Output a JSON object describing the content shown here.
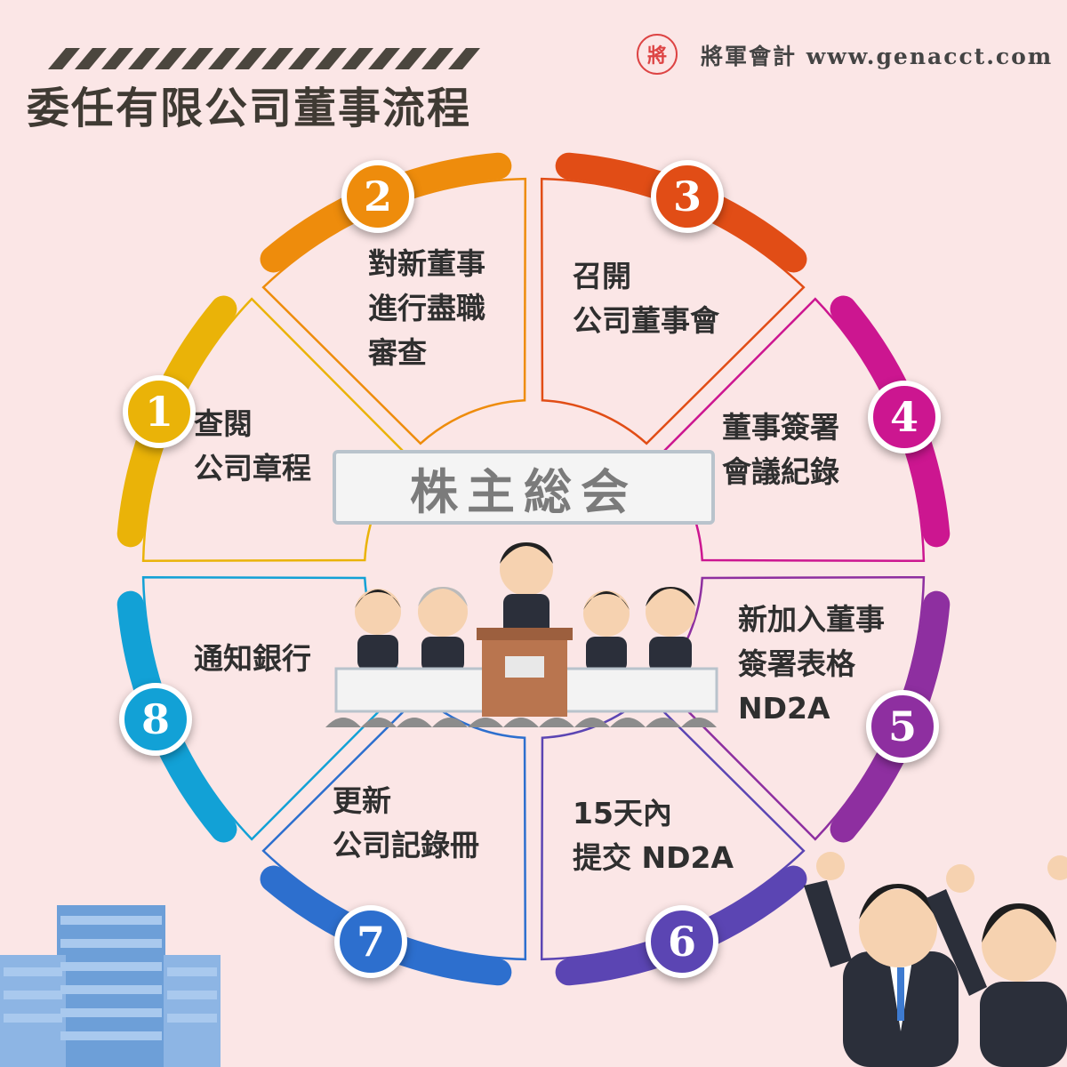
{
  "header": {
    "title": "委任有限公司董事流程",
    "seal_char": "將",
    "brand": "將軍會計 www.genacct.com"
  },
  "center": {
    "sign_text": "株主総会"
  },
  "steps": [
    {
      "number": "1",
      "label": "查閱\n公司章程",
      "color": "#eab308"
    },
    {
      "number": "2",
      "label": "對新董事\n進行盡職\n審查",
      "color": "#ee8c0c"
    },
    {
      "number": "3",
      "label": "召開\n公司董事會",
      "color": "#e14d16"
    },
    {
      "number": "4",
      "label": "董事簽署\n會議紀錄",
      "color": "#cc1690"
    },
    {
      "number": "5",
      "label": "新加入董事\n簽署表格\nND2A",
      "color": "#8e2fa0"
    },
    {
      "number": "6",
      "label": "15天內\n提交 ND2A",
      "color": "#5b45b3"
    },
    {
      "number": "7",
      "label": "更新\n公司記錄冊",
      "color": "#2d6fce"
    },
    {
      "number": "8",
      "label": "通知銀行",
      "color": "#12a1d6"
    }
  ],
  "colors": {
    "background": "#fbe6e6",
    "title": "#3f3a33"
  }
}
